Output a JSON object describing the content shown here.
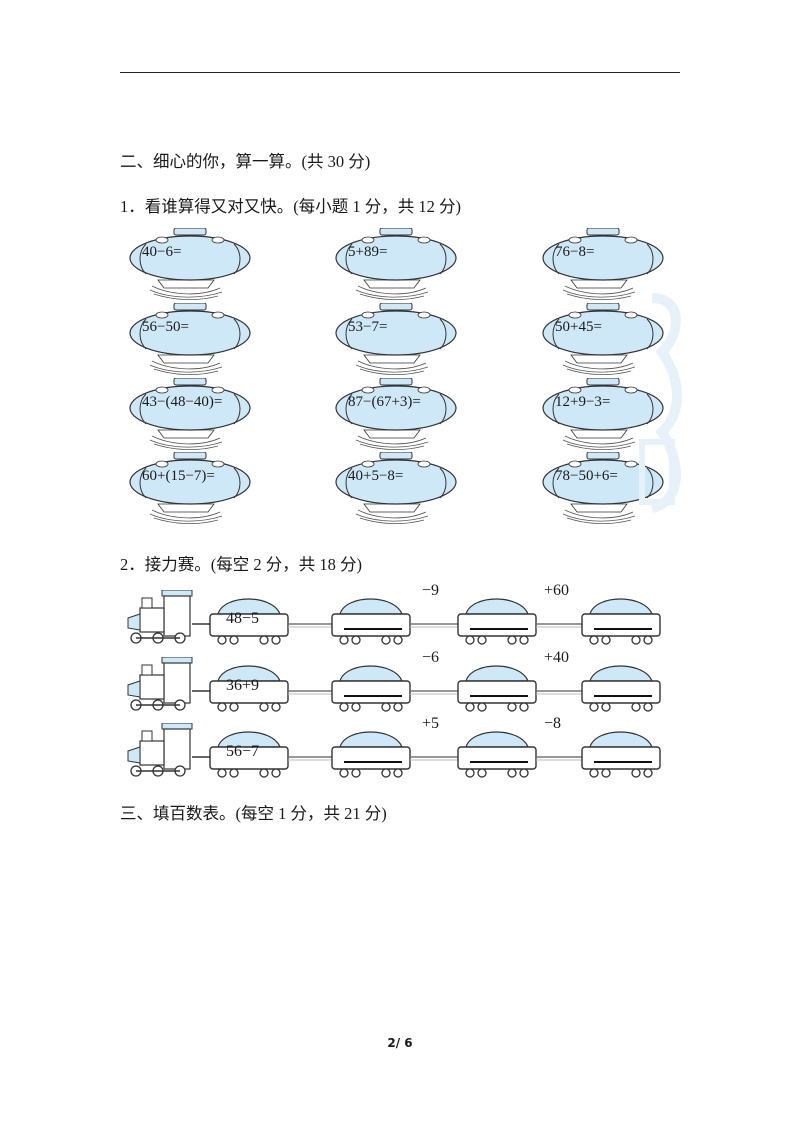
{
  "section2": {
    "heading": "二、细心的你，算一算。(共 30 分)",
    "q1": {
      "heading": "1．看谁算得又对又快。(每小题 1 分，共 12 分)",
      "lanterns": [
        "40−6=",
        "5+89=",
        "76−8=",
        "56−50=",
        "53−7=",
        "50+45=",
        "43−(48−40)=",
        "87−(67+3)=",
        "12+9−3=",
        "60+(15−7)=",
        "40+5−8=",
        "78−50+6="
      ]
    },
    "q2": {
      "heading": "2．接力赛。(每空 2 分，共 18 分)",
      "trains": [
        {
          "start": "48−5",
          "op1": "−9",
          "op2": "+60"
        },
        {
          "start": "36+9",
          "op1": "−6",
          "op2": "+40"
        },
        {
          "start": "56−7",
          "op1": "+5",
          "op2": "−8"
        }
      ]
    }
  },
  "section3": {
    "heading": "三、填百数表。(每空 1 分，共 21 分)"
  },
  "footer": {
    "page": "2/ 6"
  },
  "colors": {
    "lantern_fill": "#cfe8f7",
    "car_fill": "#cfe8f7",
    "line": "#333333"
  }
}
